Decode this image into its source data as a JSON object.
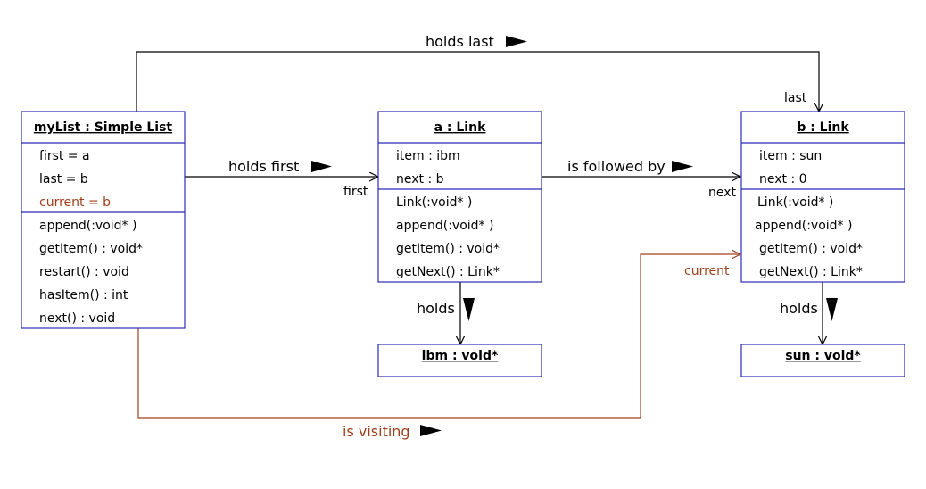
{
  "colors": {
    "box_border": "#2b2bb8",
    "line": "#000000",
    "current": "#a0401a",
    "background": "#ffffff"
  },
  "objects": {
    "mylist": {
      "title": "myList : Simple List",
      "attributes": [
        "first = a",
        "last = b",
        "current = b"
      ],
      "methods": [
        "append(:void* )",
        "getItem() : void*",
        "restart() : void",
        "hasItem() : int",
        "next() : void"
      ]
    },
    "a": {
      "title": "a : Link",
      "attributes": [
        "item : ibm",
        "next : b"
      ],
      "methods": [
        "Link(:void* )",
        "append(:void* )",
        "getItem() : void*",
        "getNext() : Link*"
      ]
    },
    "b": {
      "title": "b : Link",
      "attributes": [
        "item : sun",
        "next : 0"
      ],
      "methods": [
        "Link(:void* )",
        "append(:void* )",
        "getItem() : void*",
        "getNext() : Link*"
      ]
    },
    "ibm": {
      "title": "ibm : void*"
    },
    "sun": {
      "title": "sun : void*"
    }
  },
  "associations": {
    "holds_last": {
      "label": "holds last",
      "role": "last"
    },
    "holds_first": {
      "label": "holds first",
      "role": "first"
    },
    "is_followed_by": {
      "label": "is followed by",
      "role": "next"
    },
    "holds_a": {
      "label": "holds"
    },
    "holds_b": {
      "label": "holds"
    },
    "is_visiting": {
      "label": "is visiting",
      "role": "current"
    }
  }
}
